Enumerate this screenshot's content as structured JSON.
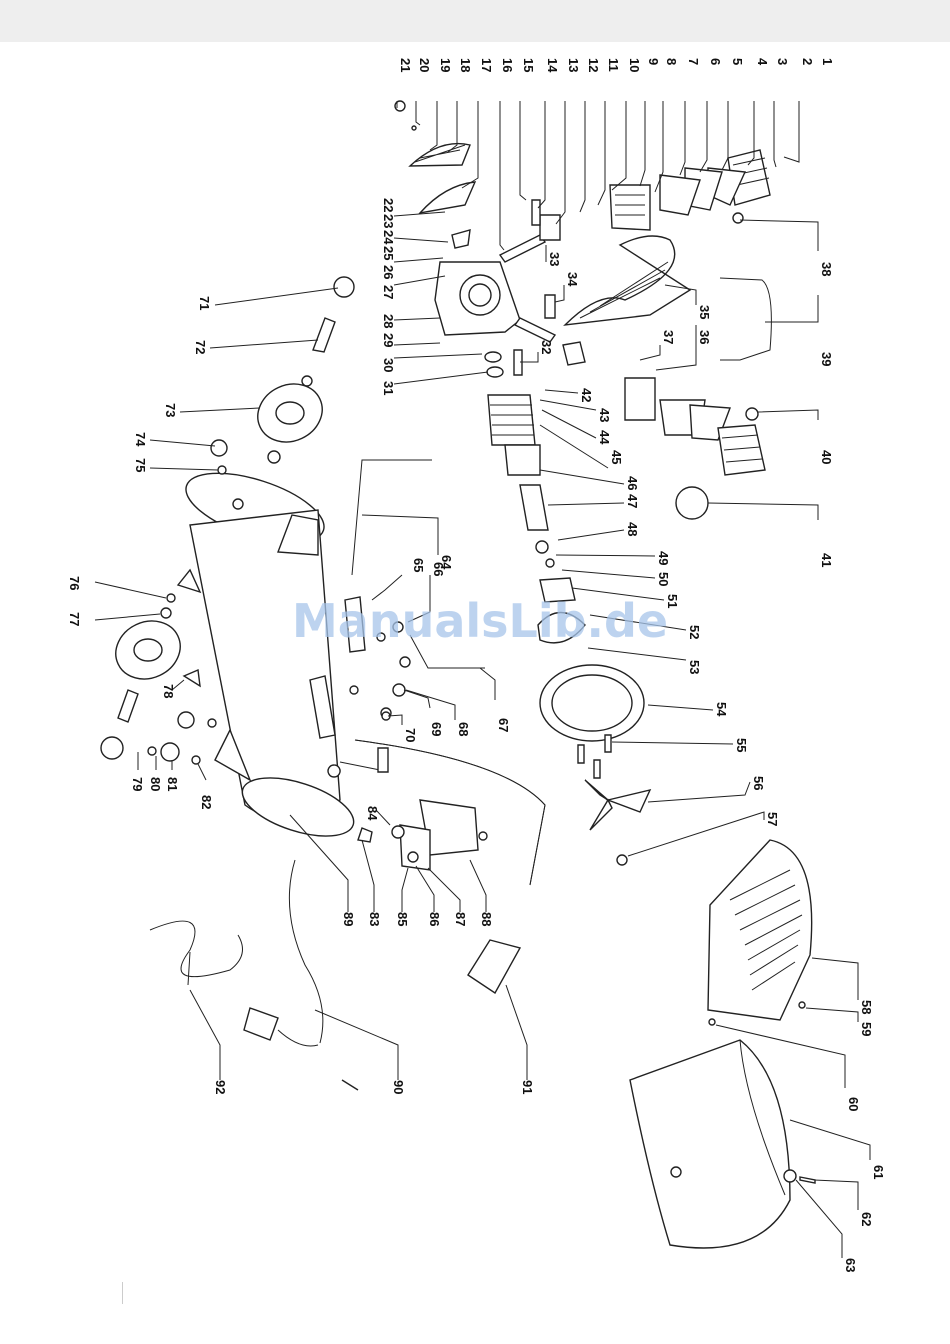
{
  "watermark": "ManualsLib.de",
  "callouts": [
    "1",
    "2",
    "3",
    "4",
    "5",
    "6",
    "7",
    "8",
    "9",
    "10",
    "11",
    "12",
    "13",
    "14",
    "15",
    "16",
    "17",
    "18",
    "19",
    "20",
    "21",
    "22",
    "23",
    "24",
    "25",
    "26",
    "27",
    "28",
    "29",
    "30",
    "31",
    "32",
    "33",
    "34",
    "35",
    "36",
    "37",
    "38",
    "39",
    "40",
    "41",
    "42",
    "43",
    "44",
    "45",
    "46",
    "47",
    "48",
    "49",
    "50",
    "51",
    "52",
    "53",
    "54",
    "55",
    "56",
    "57",
    "58",
    "59",
    "60",
    "61",
    "62",
    "63",
    "64",
    "65",
    "66",
    "67",
    "68",
    "69",
    "70",
    "71",
    "72",
    "73",
    "74",
    "75",
    "76",
    "77",
    "78",
    "79",
    "80",
    "81",
    "82",
    "83",
    "84",
    "85",
    "86",
    "87",
    "88",
    "89",
    "90",
    "91",
    "92"
  ]
}
